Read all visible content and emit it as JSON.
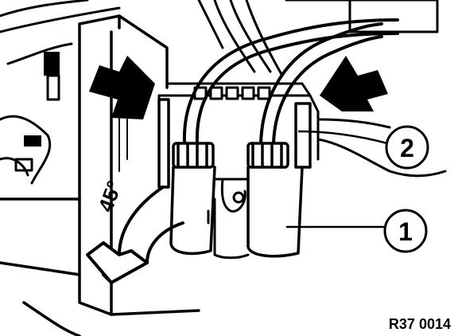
{
  "figure": {
    "angle_label": "45°",
    "callouts": [
      {
        "number": "1"
      },
      {
        "number": "2"
      }
    ],
    "reference_code": "R37 0014"
  },
  "colors": {
    "ink": "#000000",
    "paper": "#ffffff"
  }
}
